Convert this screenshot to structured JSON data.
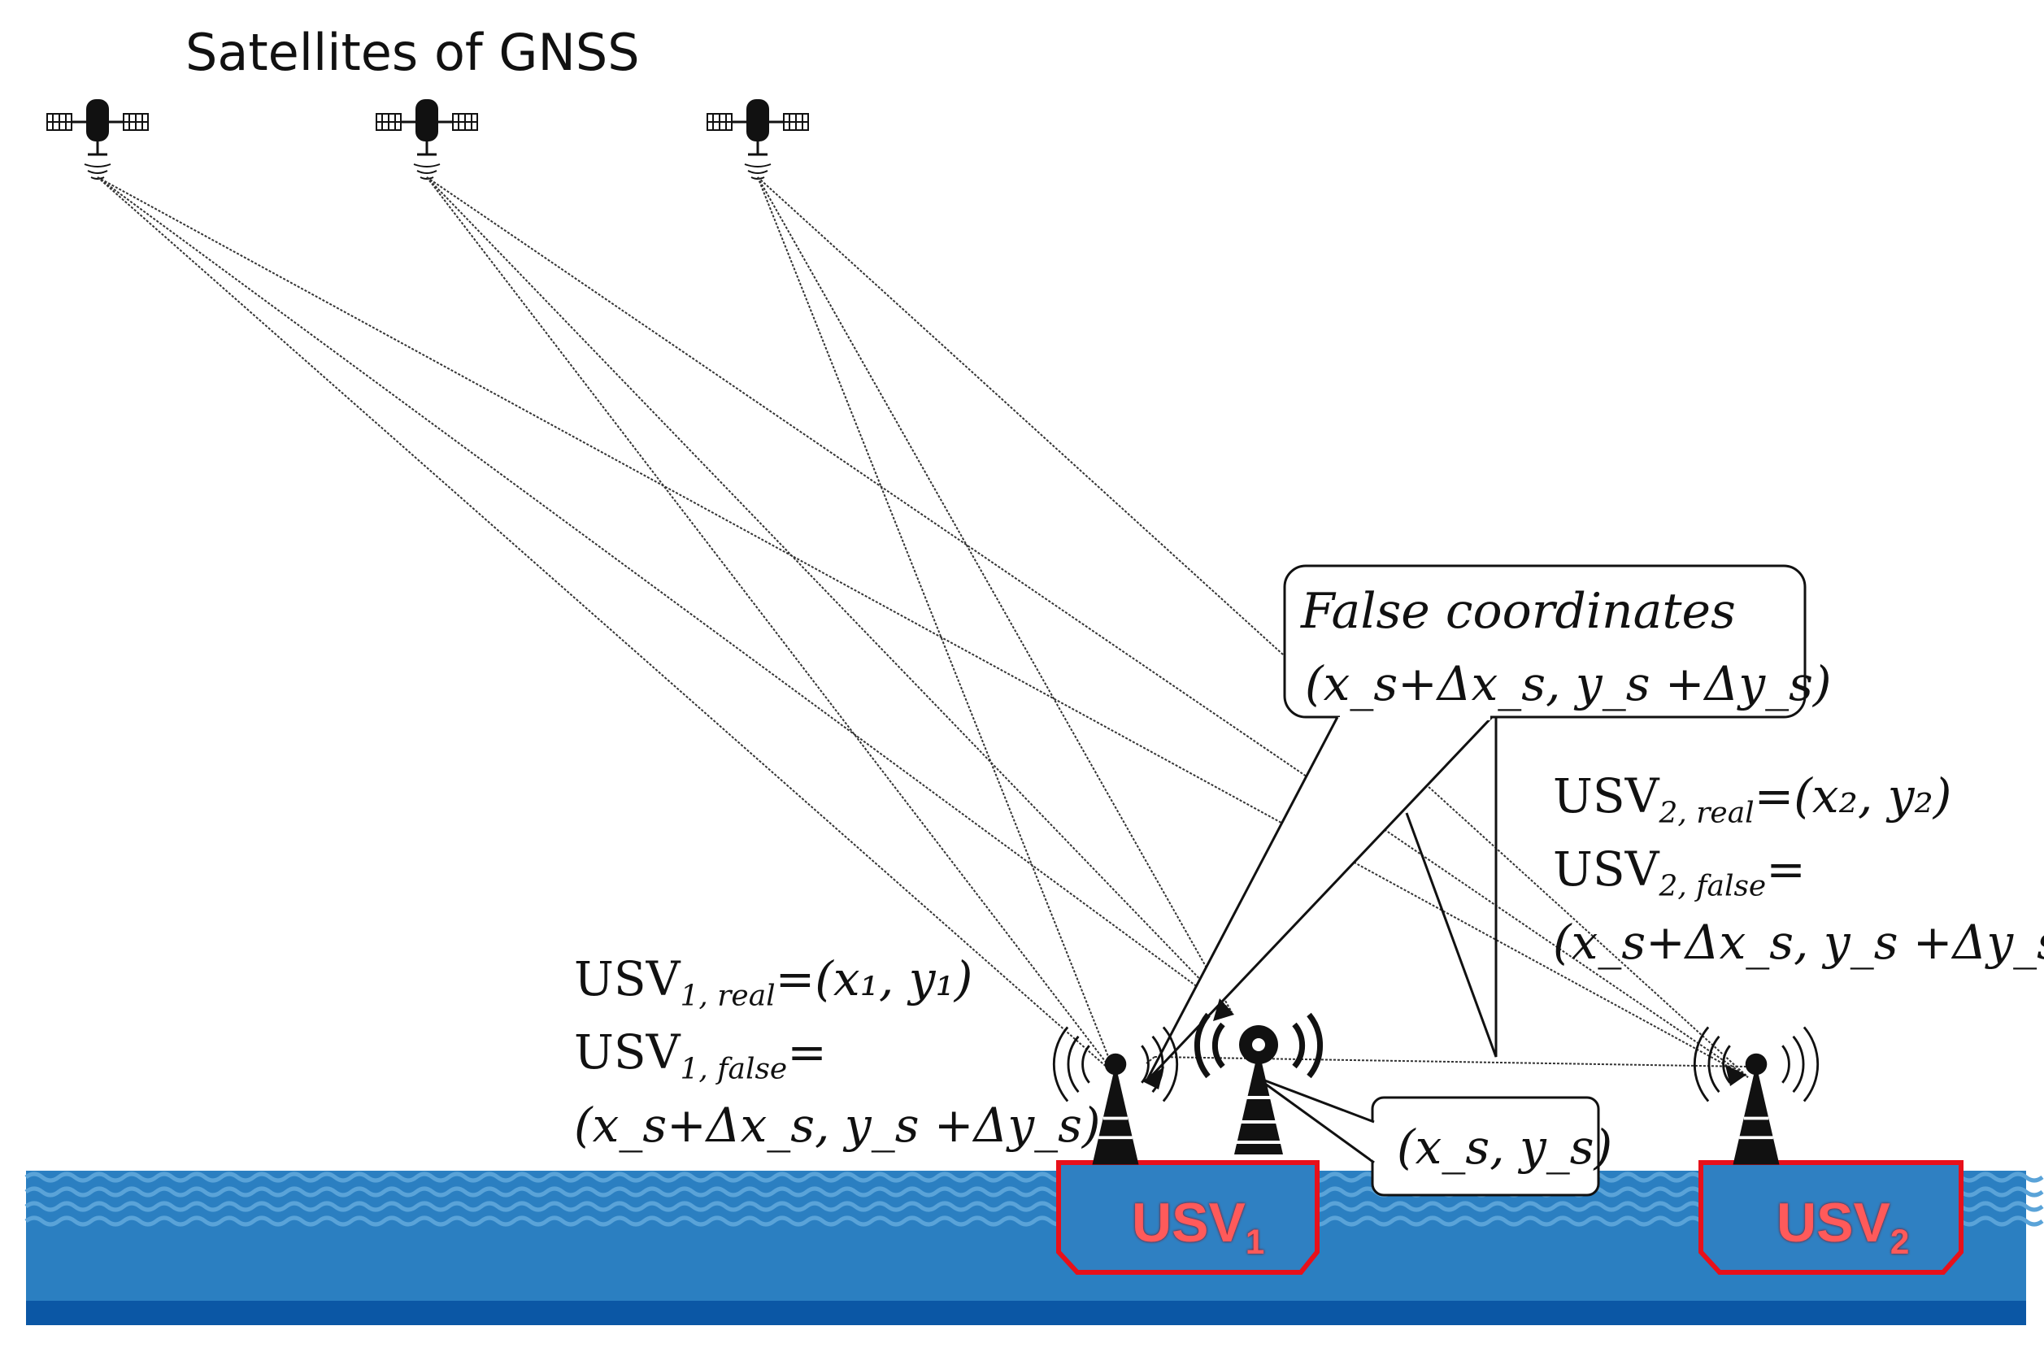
{
  "title": "Satellites of GNSS",
  "false_callout": {
    "heading": "False coordinates",
    "value": "(x_s+Δx_s, y_s +Δy_s)"
  },
  "spoofer_callout": {
    "value": "(x_s, y_s)"
  },
  "usv1": {
    "name": "USV",
    "index": "1",
    "real_label": "USV",
    "real_sub": "1, real",
    "real_value": "=(x₁, y₁)",
    "false_label": "USV",
    "false_sub": "1, false",
    "false_eq": "=",
    "false_value": "(x_s+Δx_s, y_s +Δy_s)"
  },
  "usv2": {
    "name": "USV",
    "index": "2",
    "real_label": "USV",
    "real_sub": "2, real",
    "real_value": "=(x₂, y₂)",
    "false_label": "USV",
    "false_sub": "2, false",
    "false_eq": "=",
    "false_value": "(x_s+Δx_s, y_s +Δy_s)"
  },
  "colors": {
    "sea": "#2b7fc1",
    "sea_dark": "#0b57a5",
    "wave": "#5aa3d8",
    "hull_border": "#e8101a",
    "hull_fill": "#2f80c2",
    "hull_text": "#ff5a5a"
  },
  "icons": [
    "satellite-icon",
    "antenna-icon",
    "jammer-icon"
  ]
}
